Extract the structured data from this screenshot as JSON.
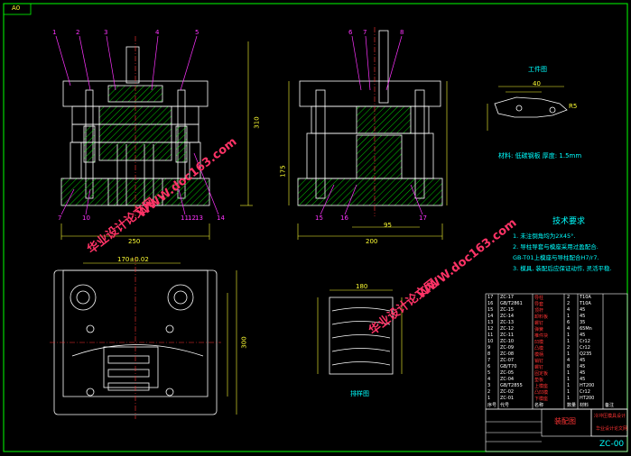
{
  "sheet": {
    "size_tag": "A0",
    "drawing_number": "ZC-00",
    "colors": {
      "border": "#00ff00",
      "outline": "#ffffff",
      "hatch": "#00ff00",
      "leader": "#ff33ff",
      "dim": "#ffff33",
      "center": "#ff3333",
      "text": "#00ffff"
    }
  },
  "views": {
    "front_callouts_top": [
      "1",
      "2",
      "3",
      "4",
      "5"
    ],
    "front_callouts_bottom": [
      "7",
      "10",
      "11",
      "12",
      "13",
      "14"
    ],
    "side_callouts_top": [
      "6",
      "7",
      "8"
    ],
    "side_callouts_bottom": [
      "15",
      "16",
      "17"
    ],
    "front_width": "250",
    "side_width": "200",
    "side_inner": "95",
    "plan_width": "170±0.02",
    "front_height": "310",
    "side_height": "175",
    "plan_height": "300"
  },
  "workpiece": {
    "title": "工件图",
    "dims": [
      "40",
      "R5"
    ],
    "material": "材料: 低碳钢板  厚度: 1.5mm"
  },
  "strip": {
    "title": "排样图",
    "width_dim": "180"
  },
  "tech": {
    "title": "技术要求",
    "lines": [
      "1. 未注倒角均为2X45°.",
      "2. 导柱导套与模座采用过盈配合.",
      "   GB-T01上模座与导柱配合H7/r7.",
      "3. 模具, 装配后应保证动作, 灵活平稳."
    ]
  },
  "bom": {
    "rows": [
      [
        "17",
        "ZC-17",
        "导柱",
        "2",
        "T10A",
        ""
      ],
      [
        "16",
        "GB/T2861",
        "导套",
        "2",
        "T10A",
        ""
      ],
      [
        "15",
        "ZC-15",
        "顶杆",
        "4",
        "45",
        ""
      ],
      [
        "14",
        "ZC-14",
        "卸料板",
        "1",
        "45",
        ""
      ],
      [
        "13",
        "ZC-13",
        "螺钉",
        "6",
        "35",
        ""
      ],
      [
        "12",
        "ZC-12",
        "弹簧",
        "4",
        "65Mn",
        ""
      ],
      [
        "11",
        "ZC-11",
        "推件块",
        "1",
        "45",
        ""
      ],
      [
        "10",
        "ZC-10",
        "凹模",
        "1",
        "Cr12",
        ""
      ],
      [
        "9",
        "ZC-09",
        "凸模",
        "2",
        "Cr12",
        ""
      ],
      [
        "8",
        "ZC-08",
        "模柄",
        "1",
        "Q235",
        ""
      ],
      [
        "7",
        "ZC-07",
        "销钉",
        "4",
        "45",
        ""
      ],
      [
        "6",
        "GB/T70",
        "螺钉",
        "8",
        "45",
        ""
      ],
      [
        "5",
        "ZC-05",
        "固定板",
        "1",
        "45",
        ""
      ],
      [
        "4",
        "ZC-04",
        "垫板",
        "1",
        "45",
        ""
      ],
      [
        "3",
        "GB/T2855",
        "上模座",
        "1",
        "HT200",
        ""
      ],
      [
        "2",
        "ZC-02",
        "凸凹模",
        "1",
        "Cr12",
        ""
      ],
      [
        "1",
        "ZC-01",
        "下模座",
        "1",
        "HT200",
        ""
      ]
    ],
    "header": [
      "序号",
      "代号",
      "名称",
      "数量",
      "材料",
      "备注"
    ],
    "title_block_name": "装配图",
    "title_block_sub": "冷冲压模具设计",
    "school": "华业设计论文网"
  },
  "watermarks": [
    "华业设计论文网",
    "WWW.doc163.com",
    "华业设计论文网",
    "WWW.doc163.com"
  ]
}
